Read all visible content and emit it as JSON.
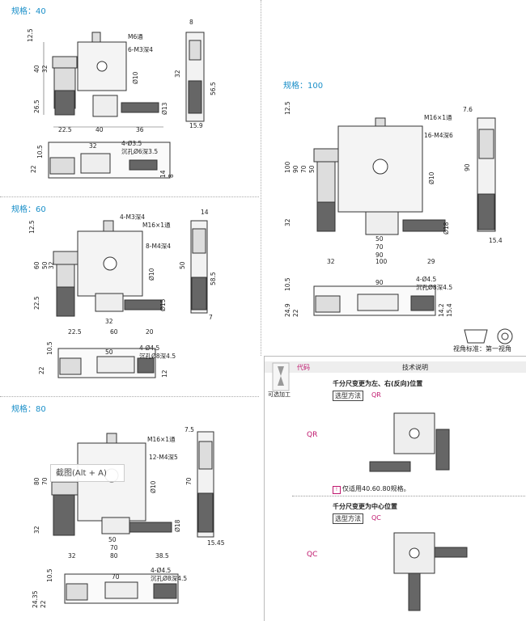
{
  "sections": {
    "s40": {
      "label": "规格：40"
    },
    "s60": {
      "label": "规格：60"
    },
    "s80": {
      "label": "规格：80"
    },
    "s100": {
      "label": "规格：100"
    }
  },
  "dims": {
    "s40": {
      "top": [
        "M6通",
        "6-M3深4",
        "Ø10",
        "Ø13",
        "8",
        "56.5",
        "32",
        "15.9"
      ],
      "left": [
        "12.5",
        "40",
        "32",
        "26.5"
      ],
      "bottom": [
        "22.5",
        "40",
        "36"
      ],
      "side": [
        "4-Ø3.5",
        "沉孔Ø6深3.5",
        "32",
        "22",
        "10.5",
        "14",
        "8"
      ]
    },
    "s60": {
      "top": [
        "4-M3深4",
        "M16×1通",
        "8-M4深4",
        "Ø10",
        "Ø15",
        "14",
        "50",
        "58.5",
        "7"
      ],
      "left": [
        "12.5",
        "60",
        "50",
        "32",
        "22.5"
      ],
      "bottom": [
        "22.5",
        "60",
        "20",
        "32"
      ],
      "side": [
        "4-Ø4.5",
        "沉孔Ø8深4.5",
        "50",
        "22",
        "10.5",
        "12"
      ]
    },
    "s80": {
      "top": [
        "M16×1通",
        "12-M4深5",
        "Ø10",
        "Ø18",
        "7.5",
        "70",
        "15.45"
      ],
      "left": [
        "80",
        "70",
        "32"
      ],
      "bottom": [
        "50",
        "70",
        "32",
        "80",
        "38.5"
      ],
      "side": [
        "4-Ø4.5",
        "沉孔Ø8深4.5",
        "70",
        "24.35",
        "22",
        "10.5"
      ]
    },
    "s100": {
      "top": [
        "M16×1通",
        "16-M4深6",
        "Ø10",
        "Ø18",
        "7.6",
        "90",
        "15.4"
      ],
      "left": [
        "12.5",
        "100",
        "90",
        "70",
        "50",
        "32"
      ],
      "bottom": [
        "50",
        "70",
        "90",
        "32",
        "100",
        "29"
      ],
      "side": [
        "4-Ø4.5",
        "沉孔Ø8深4.5",
        "90",
        "24.9",
        "22",
        "10.5",
        "14.2",
        "15.4"
      ]
    }
  },
  "view_standard": "视角标准：第一视角",
  "table": {
    "icon_caption": "可选加工",
    "col_code": "代码",
    "col_desc": "技术说明",
    "rows": [
      {
        "code": "QR",
        "title": "千分尺变更为左、右(反向)位置",
        "btn": "选型方法",
        "code_ref": "QR",
        "note": "仅适用40.60.80规格。"
      },
      {
        "code": "QC",
        "title": "千分尺变更为中心位置",
        "btn": "选型方法",
        "code_ref": "QC"
      }
    ]
  },
  "tooltip": "截图(Alt + A)"
}
